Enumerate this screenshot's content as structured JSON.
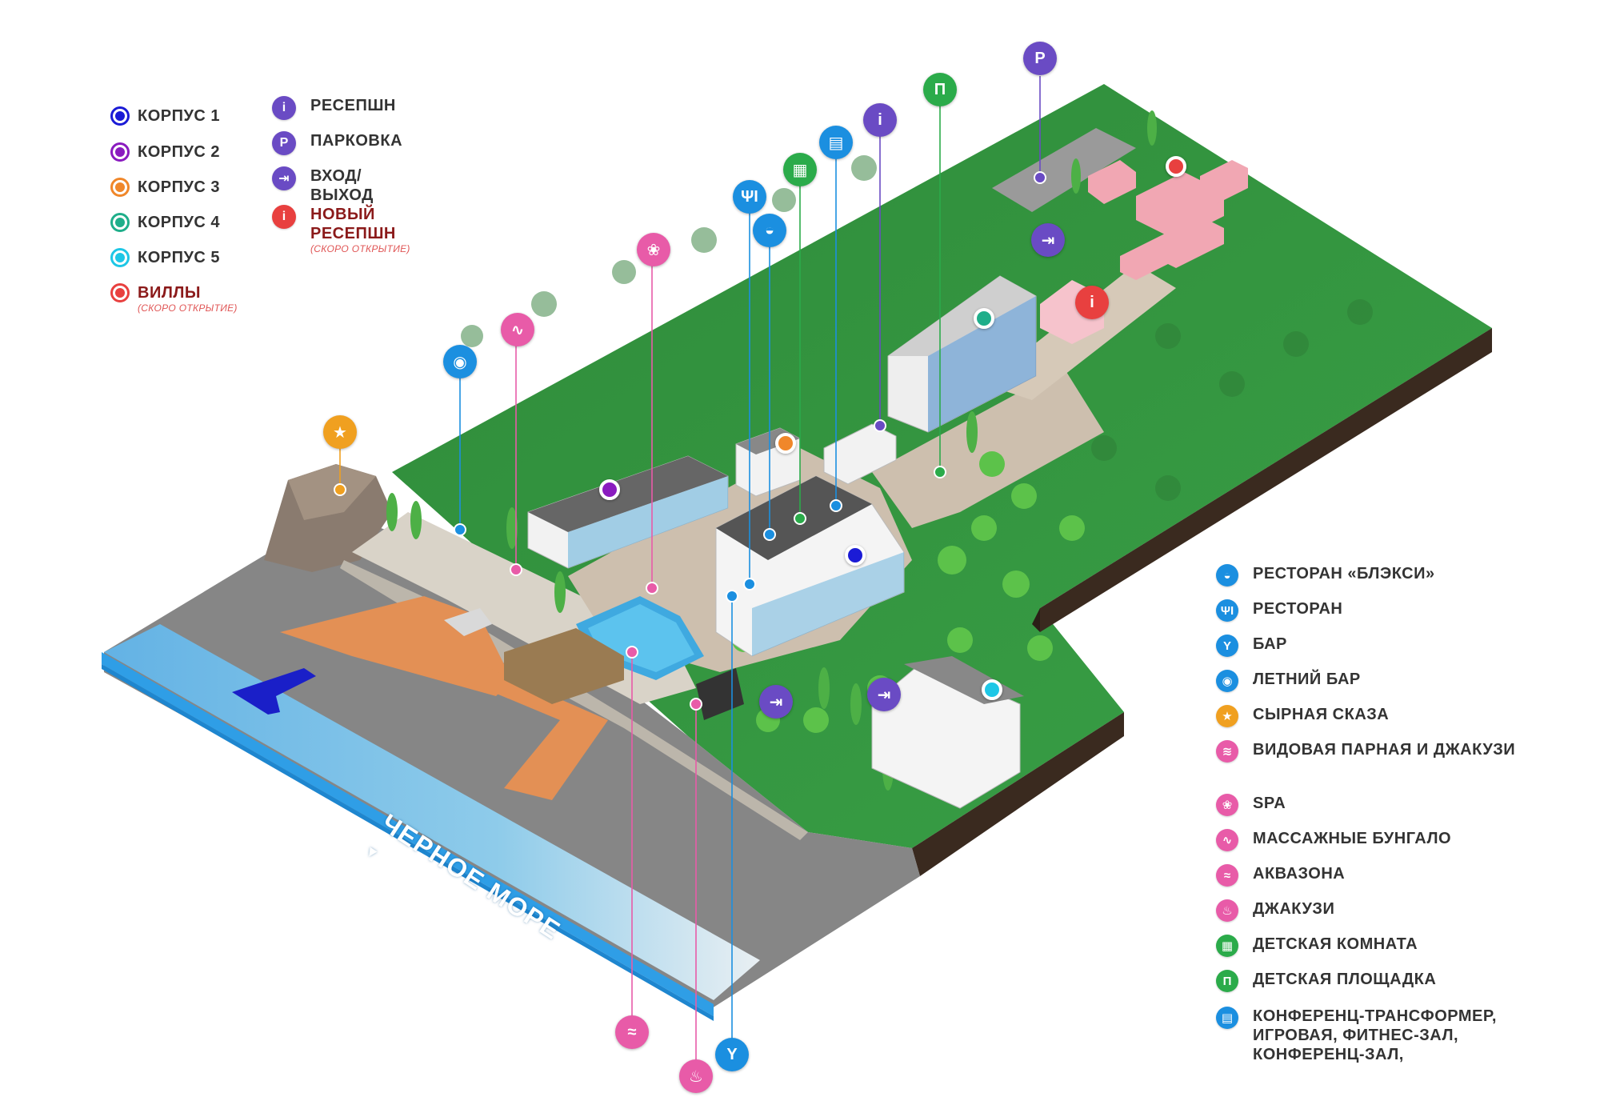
{
  "legend_buildings": [
    {
      "label": "КОРПУС 1",
      "color": "#1b1bd6"
    },
    {
      "label": "КОРПУС 2",
      "color": "#8a1bbf"
    },
    {
      "label": "КОРПУС 3",
      "color": "#f0872a"
    },
    {
      "label": "КОРПУС 4",
      "color": "#1fae8a"
    },
    {
      "label": "КОРПУС 5",
      "color": "#1ec7e6"
    },
    {
      "label": "ВИЛЛЫ",
      "color": "#e8403f",
      "note": "(СКОРО ОТКРЫТИЕ)"
    }
  ],
  "legend_services": [
    {
      "label": "РЕСЕПШН",
      "icon": "info-icon",
      "glyph": "i",
      "color": "#6a4bc4"
    },
    {
      "label": "ПАРКОВКА",
      "icon": "parking-icon",
      "glyph": "P",
      "color": "#6a4bc4"
    },
    {
      "label": "ВХОД/ВЫХОД",
      "icon": "door-icon",
      "glyph": "⇥",
      "color": "#6a4bc4"
    },
    {
      "label": "НОВЫЙ РЕСЕПШН",
      "icon": "info-icon",
      "glyph": "i",
      "color": "#e8403f",
      "note": "(СКОРО ОТКРЫТИЕ)"
    }
  ],
  "legend_amenities": [
    {
      "label": "РЕСТОРАН «БЛЭКСИ»",
      "icon": "cloche-icon",
      "glyph": "◒",
      "color": "#1b8fe0"
    },
    {
      "label": "РЕСТОРАН",
      "icon": "fork-knife-icon",
      "glyph": "ΨΙ",
      "color": "#1b8fe0"
    },
    {
      "label": "БАР",
      "icon": "cocktail-icon",
      "glyph": "Y",
      "color": "#1b8fe0"
    },
    {
      "label": "ЛЕТНИЙ БАР",
      "icon": "coconut-drink-icon",
      "glyph": "◉",
      "color": "#1b8fe0"
    },
    {
      "label": "СЫРНАЯ СКАЗА",
      "icon": "star-icon",
      "glyph": "★",
      "color": "#f0a020"
    },
    {
      "label": "ВИДОВАЯ ПАРНАЯ И ДЖАКУЗИ",
      "icon": "spa-stones-icon",
      "glyph": "≋",
      "color": "#e85ba8"
    },
    {
      "label": "SPA",
      "icon": "lotus-icon",
      "glyph": "❀",
      "color": "#e85ba8"
    },
    {
      "label": "МАССАЖНЫЕ БУНГАЛО",
      "icon": "massage-icon",
      "glyph": "∿",
      "color": "#e85ba8"
    },
    {
      "label": "АКВАЗОНА",
      "icon": "swimmer-icon",
      "glyph": "≈",
      "color": "#e85ba8"
    },
    {
      "label": "ДЖАКУЗИ",
      "icon": "jacuzzi-icon",
      "glyph": "♨",
      "color": "#e85ba8"
    },
    {
      "label": "ДЕТСКАЯ КОМНАТА",
      "icon": "blocks-icon",
      "glyph": "▦",
      "color": "#2bab4a"
    },
    {
      "label": "ДЕТСКАЯ ПЛОЩАДКА",
      "icon": "swing-icon",
      "glyph": "Π",
      "color": "#2bab4a"
    },
    {
      "label": "КОНФЕРЕНЦ-ТРАНСФОРМЕР, ИГРОВАЯ, ФИТНЕС-ЗАЛ, КОНФЕРЕНЦ-ЗАЛ,",
      "icon": "conference-icon",
      "glyph": "▤",
      "color": "#1b8fe0"
    }
  ],
  "sea_label": "ЧЕРНОЕ МОРЕ"
}
